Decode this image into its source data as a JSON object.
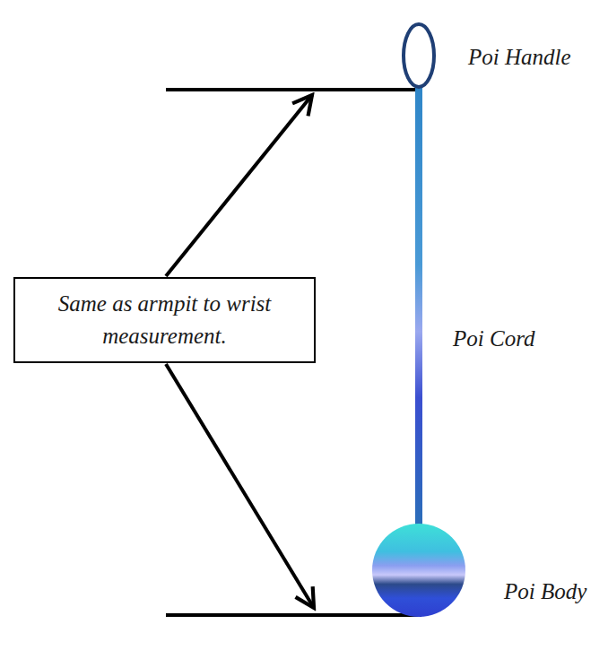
{
  "diagram": {
    "nodes": [
      {
        "text": [
          "Same as armpit to wrist measurement."
        ]
      }
    ],
    "labels": [
      "Poi Handle",
      "Poi Cord",
      "Poi Body"
    ]
  }
}
